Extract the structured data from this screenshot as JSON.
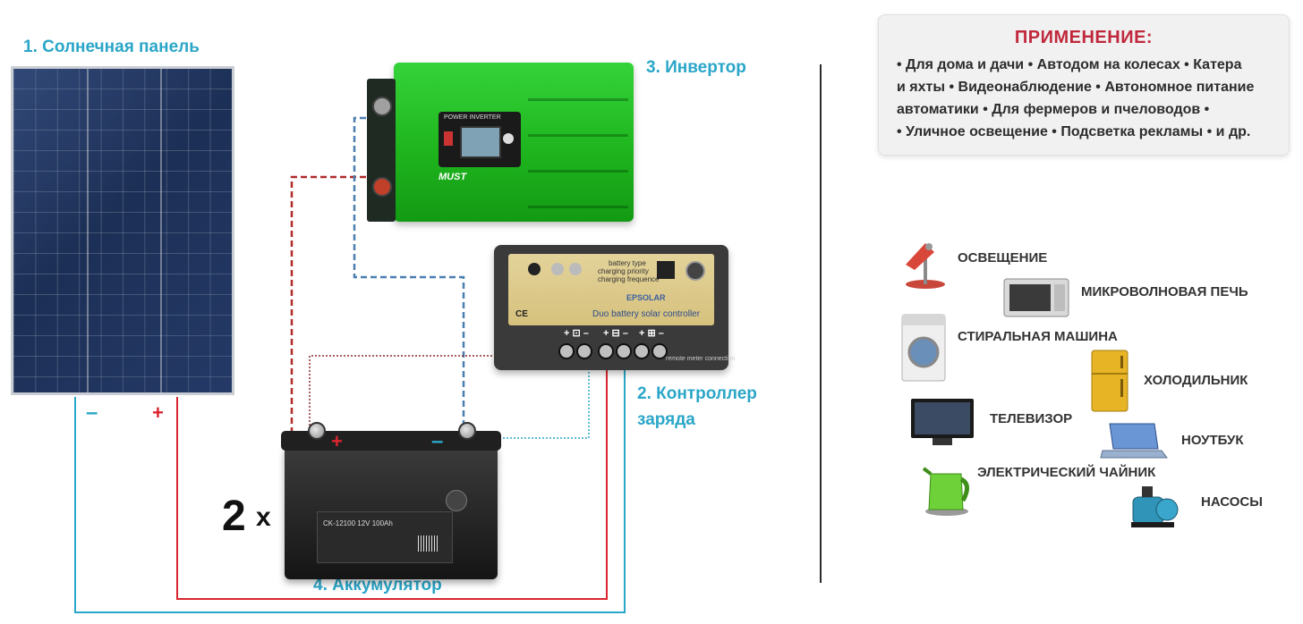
{
  "labels": {
    "solar_panel": "1. Солнечная панель",
    "inverter": "3. Инвертор",
    "controller_line1": "2. Контроллер",
    "controller_line2": "заряда",
    "battery": "4. Аккумулятор",
    "multiplier_number": "2",
    "multiplier_x": "x",
    "panel_minus": "–",
    "panel_plus": "+",
    "battery_plus": "+",
    "battery_minus": "–"
  },
  "devices": {
    "inverter_title": "POWER INVERTER",
    "inverter_brand": "MUST",
    "controller_name": "Duo battery solar controller",
    "controller_battery_type": "battery type",
    "controller_charging_priority": "charging priority",
    "controller_charging_frequence": "charging frequence",
    "controller_brand": "EPSOLAR",
    "controller_ce": "CE",
    "controller_remote": "remote meter connection",
    "battery_model": "CK-12100  12V 100Ah"
  },
  "application": {
    "title": "ПРИМЕНЕНИЕ:",
    "lines": [
      "• Для дома и дачи  • Автодом на колесах  • Катера",
      "и яхты • Видеонаблюдение • Автономное питание",
      "автоматики  •   Для фермеров и пчеловодов   •",
      "• Уличное освещение • Подсветка рекламы • и др."
    ]
  },
  "appliances": {
    "lighting": "ОСВЕЩЕНИЕ",
    "microwave": "МИКРОВОЛНОВАЯ ПЕЧЬ",
    "washer": "СТИРАЛЬНАЯ МАШИНА",
    "fridge": "ХОЛОДИЛЬНИК",
    "tv": "ТЕЛЕВИЗОР",
    "laptop": "НОУТБУК",
    "kettle": "ЭЛЕКТРИЧЕСКИЙ ЧАЙНИК",
    "pumps": "НАСОСЫ"
  },
  "colors": {
    "label_blue": "#2aa6c8",
    "wire_red": "#d9262e",
    "wire_blue": "#2aa6c8",
    "wire_dark_red": "#b22a2a",
    "wire_dark_blue": "#4a7fb0",
    "title_red": "#c0283c",
    "inverter_green": "#22c022"
  }
}
